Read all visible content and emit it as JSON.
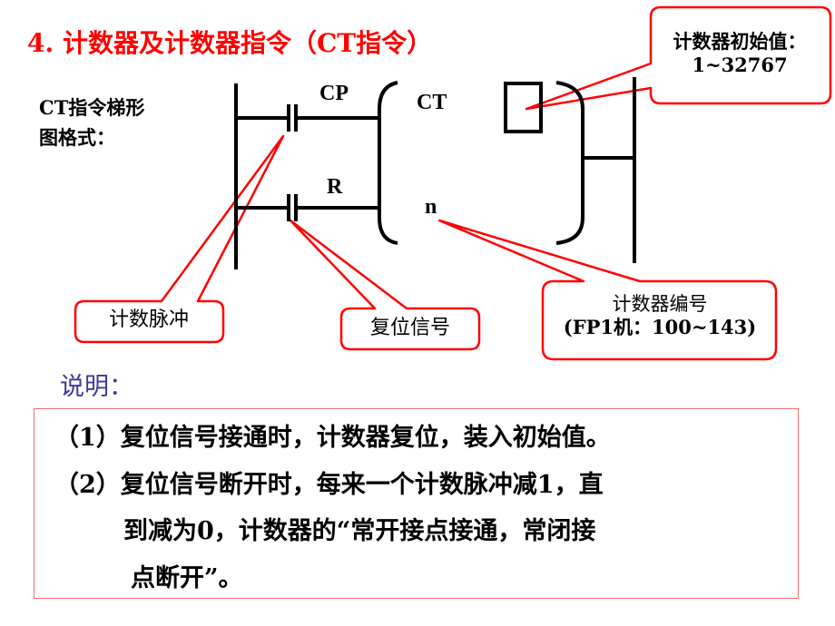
{
  "title": "4. 计数器及计数器指令（CT指令）",
  "format_label": [
    "CT指令梯形",
    "图格式："
  ],
  "ladder": {
    "contact_cp_label": "CP",
    "contact_r_label": "R",
    "instruction_label": "CT",
    "counter_number_label": "n"
  },
  "callouts": {
    "initial_value": {
      "line1": "计数器初始值：",
      "line2": "1~32767"
    },
    "count_pulse": {
      "text": "计数脉冲"
    },
    "reset_signal": {
      "text": "复位信号"
    },
    "counter_number": {
      "line1": "计数器编号",
      "line2": "(FP1机：100~143)"
    }
  },
  "explanation": {
    "heading": "说明：",
    "items": [
      "（1）复位信号接通时，计数器复位，装入初始值。",
      "（2）复位信号断开时，每来一个计数脉冲减1，直",
      "到减为0，计数器的“常开接点接通，常闭接",
      "点断开”。"
    ]
  },
  "colors": {
    "title": "#ff0000",
    "callout_border": "#ff0000",
    "heading": "#3b3b9e",
    "box_border": "#f07070",
    "line": "#000000"
  }
}
